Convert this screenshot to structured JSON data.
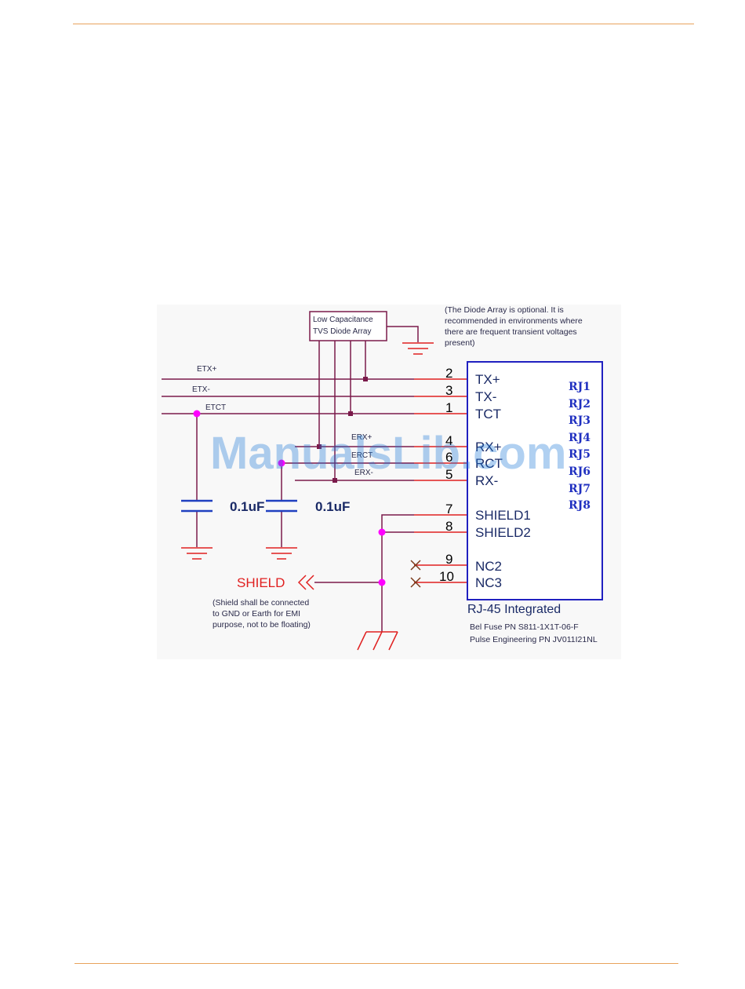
{
  "diagram": {
    "diode_array": {
      "line1": "Low Capacitance",
      "line2": "TVS Diode Array"
    },
    "diode_note": [
      "(The Diode Array is optional. It is",
      "recommended in environments where",
      "there are frequent transient voltages",
      "present)"
    ],
    "nets": {
      "etx_plus": "ETX+",
      "etx_minus": "ETX-",
      "etct": "ETCT",
      "erx_plus": "ERX+",
      "erct": "ERCT",
      "erx_minus": "ERX-"
    },
    "pins": [
      {
        "num": "2",
        "name": "TX+"
      },
      {
        "num": "3",
        "name": "TX-"
      },
      {
        "num": "1",
        "name": "TCT"
      },
      {
        "num": "4",
        "name": "RX+"
      },
      {
        "num": "6",
        "name": "RCT"
      },
      {
        "num": "5",
        "name": "RX-"
      },
      {
        "num": "7",
        "name": "SHIELD1"
      },
      {
        "num": "8",
        "name": "SHIELD2"
      },
      {
        "num": "9",
        "name": "NC2"
      },
      {
        "num": "10",
        "name": "NC3"
      }
    ],
    "rj_pins": [
      "RJ1",
      "RJ2",
      "RJ3",
      "RJ4",
      "RJ5",
      "RJ6",
      "RJ7",
      "RJ8"
    ],
    "capacitors": [
      "0.1uF",
      "0.1uF"
    ],
    "shield_label": "SHIELD",
    "shield_note": [
      "(Shield shall be connected",
      "to GND or Earth for EMI",
      "purpose, not to be floating)"
    ],
    "connector_title": "RJ-45 Integrated",
    "part_numbers": [
      "Bel Fuse PN S811-1X1T-06-F",
      "Pulse Engineering PN JV011I21NL"
    ]
  },
  "watermark": "ManualsLib.com",
  "colors": {
    "wire": "#7a1a4a",
    "pin_wire": "#e02020",
    "junction": "#ff00ff",
    "box": "#2020c0",
    "cap": "#2040c0",
    "rule": "#e8a35c"
  }
}
